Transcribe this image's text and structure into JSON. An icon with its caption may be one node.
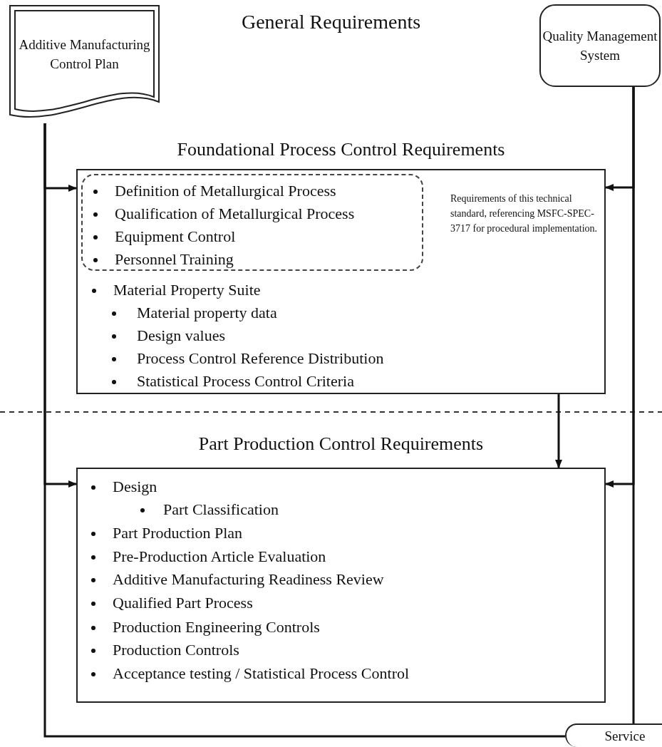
{
  "diagram": {
    "title": "General Requirements",
    "nodes": [
      {
        "text": [
          "Additive Manufacturing Control Plan"
        ]
      },
      {
        "text": [
          "Quality Management System"
        ]
      },
      {
        "text": [
          "Foundational Process Control Requirements",
          "Material Property Suite",
          "Material property data",
          "Design values",
          "Process Control Reference Distribution",
          "Statistical Process Control Criteria"
        ]
      },
      {
        "text": [
          "Definition of Metallurgical Process",
          "Qualification of Metallurgical Process",
          "Equipment Control",
          "Personnel Training"
        ],
        "in": 2,
        "beside": [
          "Requirements of this technical standard, referencing MSFC-SPEC-3717 for procedural implementation."
        ]
      },
      {
        "text": [
          "Part Production Control Requirements",
          "Design",
          "Part Classification",
          "Part Production Plan",
          "Pre-Production Article Evaluation",
          "Additive Manufacturing Readiness Review",
          "Qualified Part Process",
          "Production Engineering Controls",
          "Production Controls",
          "Acceptance testing / Statistical Process Control"
        ]
      },
      {
        "text": [
          "Service"
        ]
      }
    ],
    "edges": [
      {
        "from": 0,
        "to": 2,
        "arrow": "to"
      },
      {
        "from": 0,
        "to": 4,
        "arrow": "to"
      },
      {
        "from": 0,
        "to": 5,
        "arrow": "none"
      },
      {
        "from": 1,
        "to": 2,
        "arrow": "to"
      },
      {
        "from": 1,
        "to": 4,
        "arrow": "to"
      },
      {
        "from": 1,
        "to": 5,
        "arrow": "none"
      },
      {
        "from": 2,
        "to": 4,
        "arrow": "to"
      }
    ]
  }
}
